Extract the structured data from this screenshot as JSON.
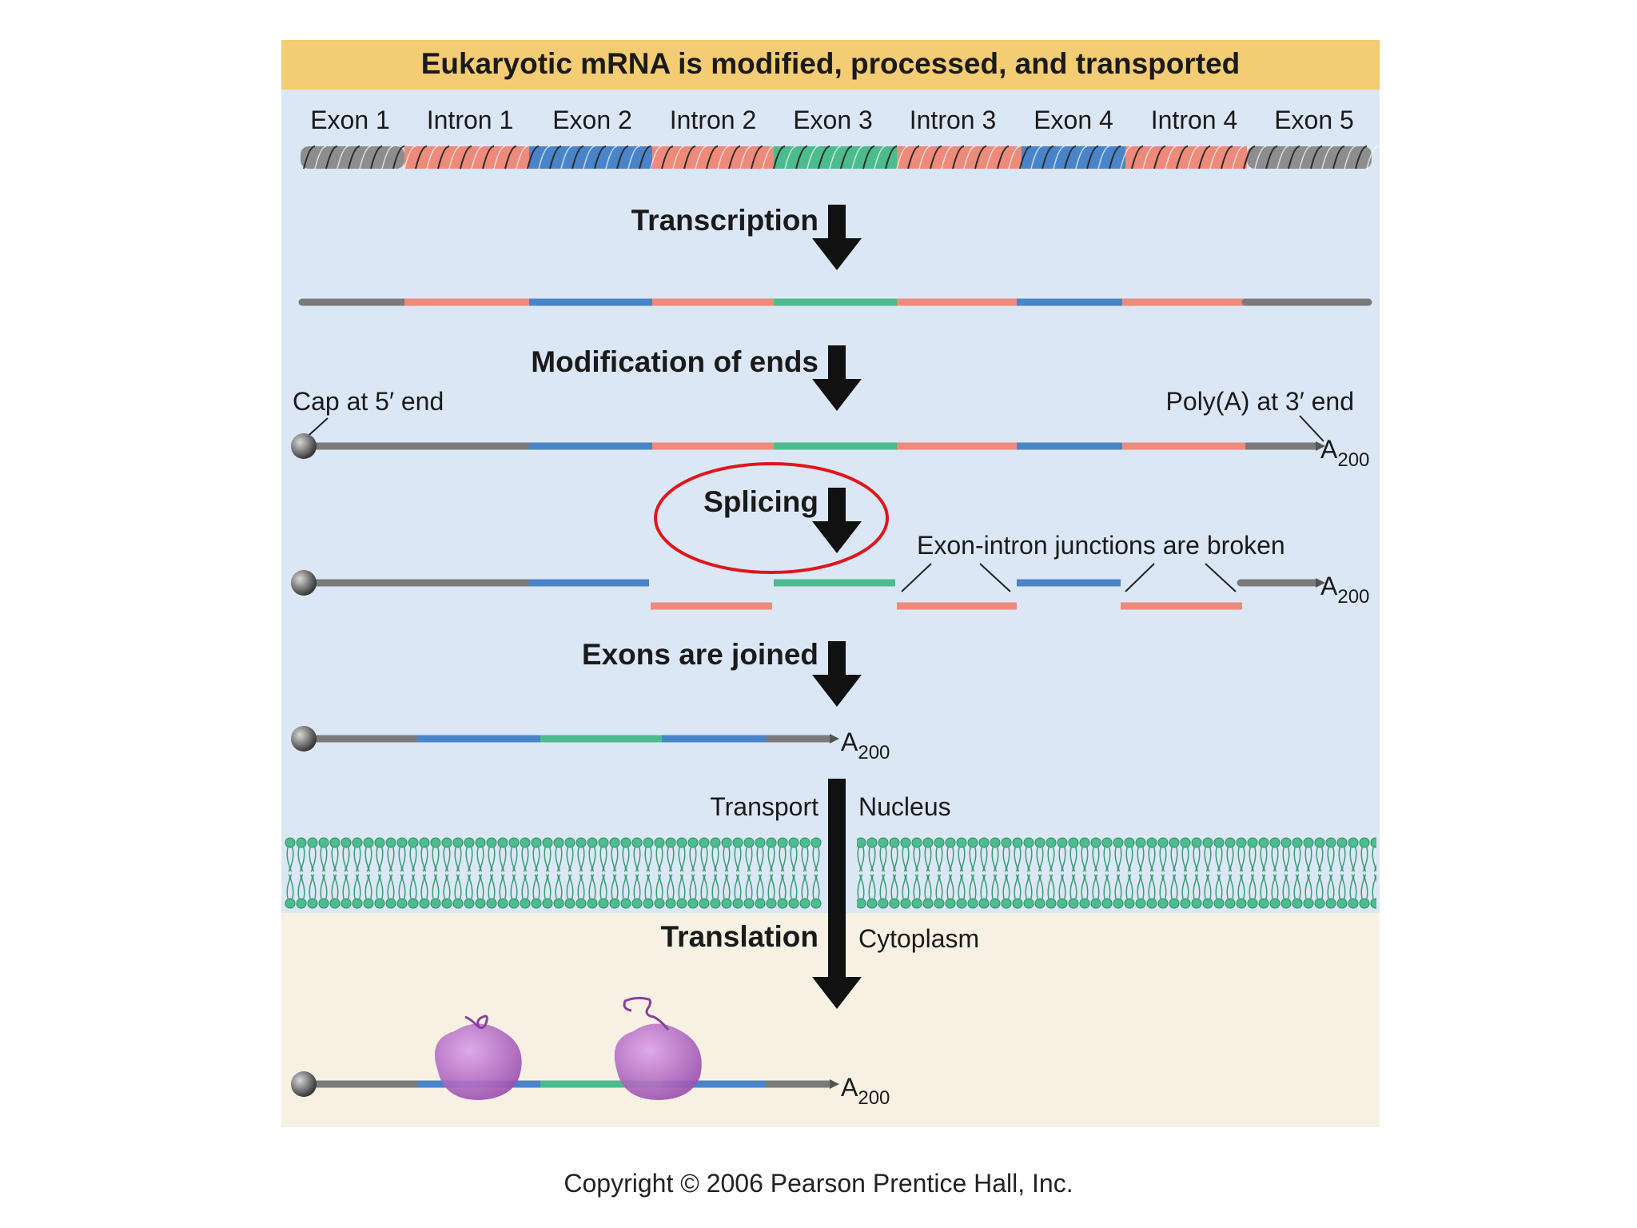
{
  "title": "Eukaryotic mRNA is modified, processed, and transported",
  "gene_segments": [
    "Exon 1",
    "Intron 1",
    "Exon 2",
    "Intron 2",
    "Exon 3",
    "Intron 3",
    "Exon 4",
    "Intron 4",
    "Exon 5"
  ],
  "steps": {
    "transcription": "Transcription",
    "modification": "Modification of ends",
    "splicing": "Splicing",
    "exons_joined": "Exons are joined",
    "transport": "Transport",
    "translation": "Translation"
  },
  "labels": {
    "cap": "Cap at 5′ end",
    "polya": "Poly(A) at 3′ end",
    "junctions": "Exon-intron junctions are broken",
    "nucleus": "Nucleus",
    "cytoplasm": "Cytoplasm",
    "poly_a_base": "A",
    "poly_a_sub": "200"
  },
  "colors": {
    "title_band": "#f3cc73",
    "nucleus_bg": "#dce7f6",
    "cytoplasm_bg": "#f7f1e4",
    "exon_end": "#7a7a7a",
    "intron": "#ee8a7a",
    "exon_blue": "#4a84c8",
    "exon_green": "#4cbb8e",
    "membrane": "#4cbd8e",
    "ribosome": "#b066c0",
    "highlight_circle": "#e0161b"
  },
  "copyright": "Copyright © 2006 Pearson Prentice Hall, Inc."
}
